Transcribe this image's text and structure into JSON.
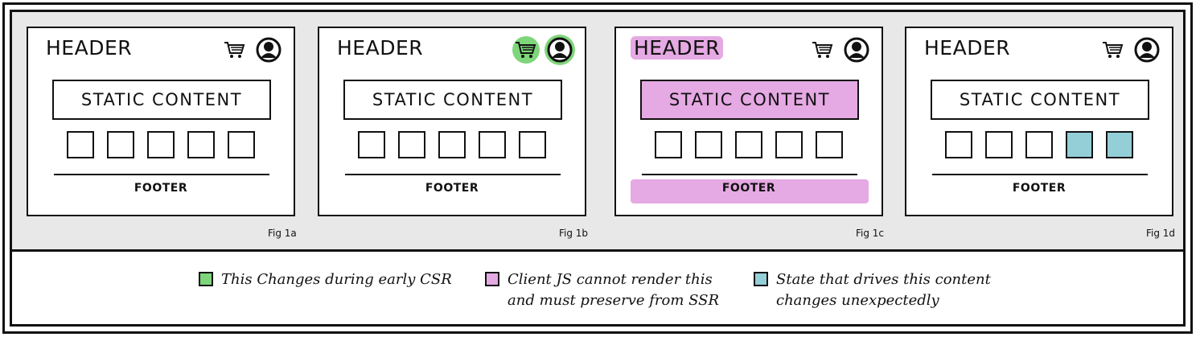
{
  "colors": {
    "green": "#7fd67a",
    "pink": "#e5a9e3",
    "blue": "#94cfd8",
    "panel_background": "#e8e8e8"
  },
  "panels": [
    {
      "header": "HEADER",
      "static": "STATIC CONTENT",
      "footer": "FOOTER",
      "fig": "Fig 1a",
      "cart_icon": "cart-icon",
      "user_icon": "user-avatar-icon"
    },
    {
      "header": "HEADER",
      "static": "STATIC CONTENT",
      "footer": "FOOTER",
      "fig": "Fig 1b",
      "cart_icon": "cart-icon",
      "user_icon": "user-avatar-icon"
    },
    {
      "header": "HEADER",
      "static": "STATIC CONTENT",
      "footer": "FOOTER",
      "fig": "Fig 1c",
      "cart_icon": "cart-icon",
      "user_icon": "user-avatar-icon"
    },
    {
      "header": "HEADER",
      "static": "STATIC CONTENT",
      "footer": "FOOTER",
      "fig": "Fig 1d",
      "cart_icon": "cart-icon",
      "user_icon": "user-avatar-icon"
    }
  ],
  "legend": [
    {
      "color": "green",
      "text": "This Changes during early CSR"
    },
    {
      "color": "pink",
      "text": "Client JS cannot render this and must preserve from SSR"
    },
    {
      "color": "blue",
      "text": "State that drives this content changes unexpectedly"
    }
  ]
}
